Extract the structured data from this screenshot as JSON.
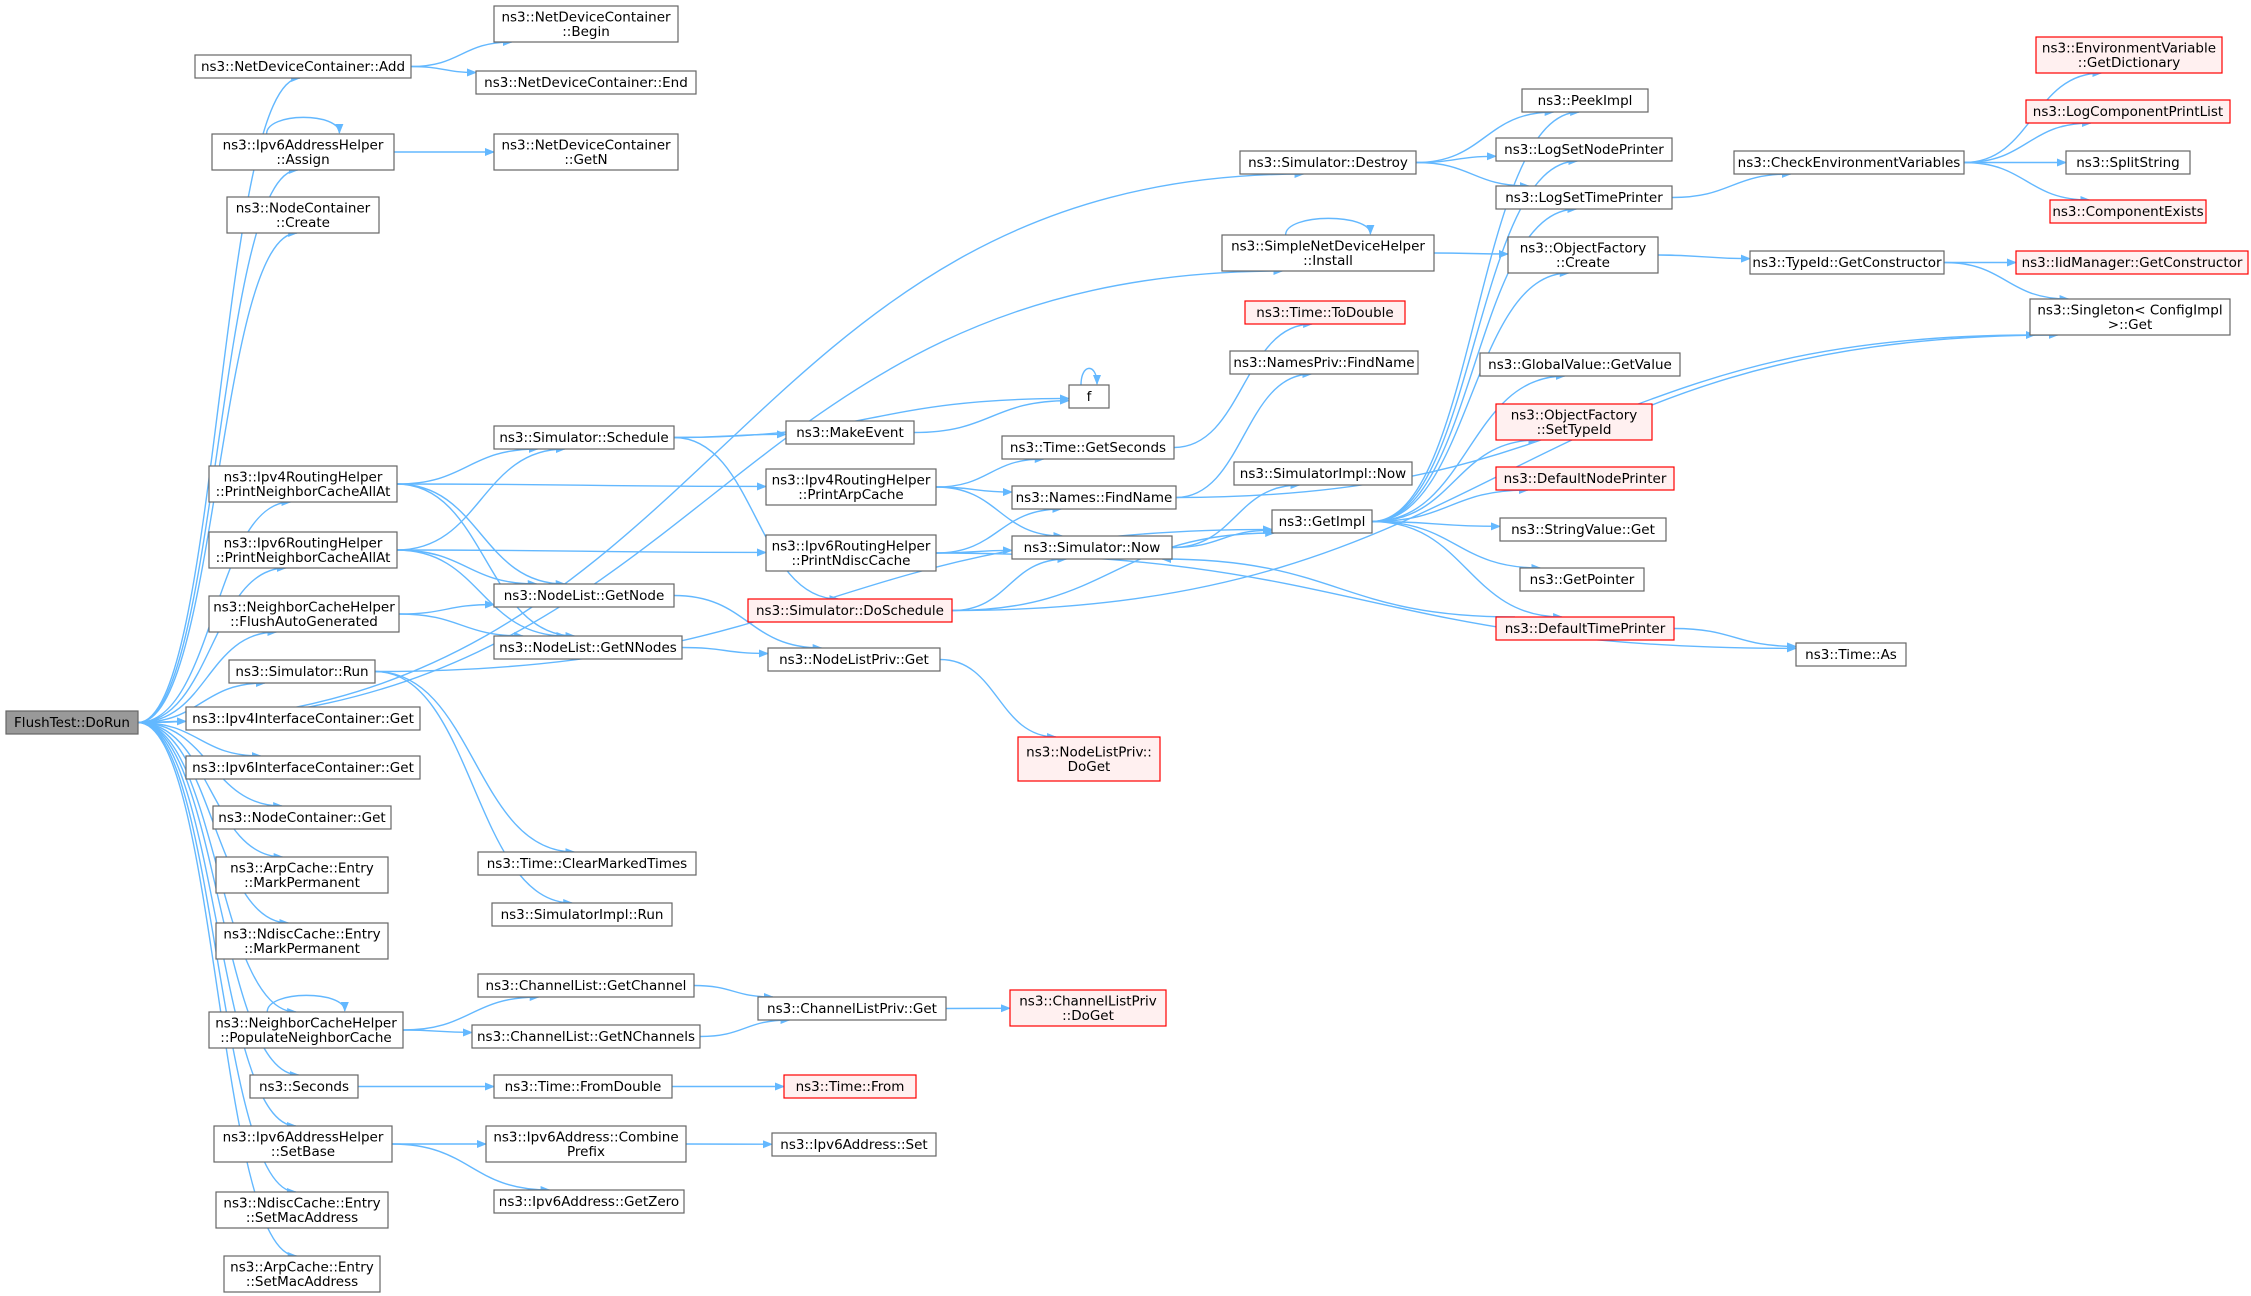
{
  "colors": {
    "edge": "#63b8ff",
    "node_fill": "#ffffff",
    "node_stroke": "#666666",
    "focus_fill": "#999999",
    "truncated_fill": "#fff0f0",
    "truncated_stroke": "#ff0000"
  },
  "nodes": [
    {
      "id": "flush",
      "lines": [
        "FlushTest::DoRun"
      ],
      "style": "focus"
    },
    {
      "id": "ndc_add",
      "lines": [
        "ns3::NetDeviceContainer::Add"
      ]
    },
    {
      "id": "v6ah_assign",
      "lines": [
        "ns3::Ipv6AddressHelper",
        "::Assign"
      ]
    },
    {
      "id": "nc_create",
      "lines": [
        "ns3::NodeContainer",
        "::Create"
      ]
    },
    {
      "id": "v4rh_pnca",
      "lines": [
        "ns3::Ipv4RoutingHelper",
        "::PrintNeighborCacheAllAt"
      ]
    },
    {
      "id": "v6rh_pnca",
      "lines": [
        "ns3::Ipv6RoutingHelper",
        "::PrintNeighborCacheAllAt"
      ]
    },
    {
      "id": "nch_fag",
      "lines": [
        "ns3::NeighborCacheHelper",
        "::FlushAutoGenerated"
      ]
    },
    {
      "id": "sim_run",
      "lines": [
        "ns3::Simulator::Run"
      ]
    },
    {
      "id": "v4ic_get",
      "lines": [
        "ns3::Ipv4InterfaceContainer::Get"
      ]
    },
    {
      "id": "v6ic_get",
      "lines": [
        "ns3::Ipv6InterfaceContainer::Get"
      ]
    },
    {
      "id": "nc_get",
      "lines": [
        "ns3::NodeContainer::Get"
      ]
    },
    {
      "id": "arp_mp",
      "lines": [
        "ns3::ArpCache::Entry",
        "::MarkPermanent"
      ]
    },
    {
      "id": "nd_mp",
      "lines": [
        "ns3::NdiscCache::Entry",
        "::MarkPermanent"
      ]
    },
    {
      "id": "nch_pnc",
      "lines": [
        "ns3::NeighborCacheHelper",
        "::PopulateNeighborCache"
      ]
    },
    {
      "id": "seconds",
      "lines": [
        "ns3::Seconds"
      ]
    },
    {
      "id": "v6ah_setbase",
      "lines": [
        "ns3::Ipv6AddressHelper",
        "::SetBase"
      ]
    },
    {
      "id": "nd_sma",
      "lines": [
        "ns3::NdiscCache::Entry",
        "::SetMacAddress"
      ]
    },
    {
      "id": "arp_sma",
      "lines": [
        "ns3::ArpCache::Entry",
        "::SetMacAddress"
      ]
    },
    {
      "id": "ndc_begin",
      "lines": [
        "ns3::NetDeviceContainer",
        "::Begin"
      ]
    },
    {
      "id": "ndc_end",
      "lines": [
        "ns3::NetDeviceContainer::End"
      ]
    },
    {
      "id": "ndc_getn",
      "lines": [
        "ns3::NetDeviceContainer",
        "::GetN"
      ]
    },
    {
      "id": "sim_schedule",
      "lines": [
        "ns3::Simulator::Schedule"
      ]
    },
    {
      "id": "nl_getnode",
      "lines": [
        "ns3::NodeList::GetNode"
      ]
    },
    {
      "id": "nl_getnnodes",
      "lines": [
        "ns3::NodeList::GetNNodes"
      ]
    },
    {
      "id": "time_cmt",
      "lines": [
        "ns3::Time::ClearMarkedTimes"
      ]
    },
    {
      "id": "simimpl_run",
      "lines": [
        "ns3::SimulatorImpl::Run"
      ]
    },
    {
      "id": "cl_getchannel",
      "lines": [
        "ns3::ChannelList::GetChannel"
      ]
    },
    {
      "id": "cl_getnchannels",
      "lines": [
        "ns3::ChannelList::GetNChannels"
      ]
    },
    {
      "id": "time_fromdouble",
      "lines": [
        "ns3::Time::FromDouble"
      ]
    },
    {
      "id": "v6a_combine",
      "lines": [
        "ns3::Ipv6Address::Combine",
        "Prefix"
      ]
    },
    {
      "id": "v6a_getzero",
      "lines": [
        "ns3::Ipv6Address::GetZero"
      ]
    },
    {
      "id": "makeevent",
      "lines": [
        "ns3::MakeEvent"
      ]
    },
    {
      "id": "v4rh_pac",
      "lines": [
        "ns3::Ipv4RoutingHelper",
        "::PrintArpCache"
      ]
    },
    {
      "id": "v6rh_pnc",
      "lines": [
        "ns3::Ipv6RoutingHelper",
        "::PrintNdiscCache"
      ]
    },
    {
      "id": "sim_doschedule",
      "lines": [
        "ns3::Simulator::DoSchedule"
      ],
      "style": "truncated"
    },
    {
      "id": "nlp_get",
      "lines": [
        "ns3::NodeListPriv::Get"
      ]
    },
    {
      "id": "nlp_doget",
      "lines": [
        "ns3::NodeListPriv::",
        "DoGet"
      ],
      "style": "truncated"
    },
    {
      "id": "clp_get",
      "lines": [
        "ns3::ChannelListPriv::Get"
      ]
    },
    {
      "id": "clp_doget",
      "lines": [
        "ns3::ChannelListPriv",
        "::DoGet"
      ],
      "style": "truncated"
    },
    {
      "id": "time_from",
      "lines": [
        "ns3::Time::From"
      ],
      "style": "truncated"
    },
    {
      "id": "v6a_set",
      "lines": [
        "ns3::Ipv6Address::Set"
      ]
    },
    {
      "id": "f",
      "lines": [
        "f"
      ]
    },
    {
      "id": "time_getseconds",
      "lines": [
        "ns3::Time::GetSeconds"
      ]
    },
    {
      "id": "names_findname",
      "lines": [
        "ns3::Names::FindName"
      ]
    },
    {
      "id": "sim_now",
      "lines": [
        "ns3::Simulator::Now"
      ]
    },
    {
      "id": "sim_destroy",
      "lines": [
        "ns3::Simulator::Destroy"
      ]
    },
    {
      "id": "sndh_install",
      "lines": [
        "ns3::SimpleNetDeviceHelper",
        "::Install"
      ]
    },
    {
      "id": "time_todouble",
      "lines": [
        "ns3::Time::ToDouble"
      ],
      "style": "truncated"
    },
    {
      "id": "namespriv_findname",
      "lines": [
        "ns3::NamesPriv::FindName"
      ]
    },
    {
      "id": "simimpl_now",
      "lines": [
        "ns3::SimulatorImpl::Now"
      ]
    },
    {
      "id": "getimpl",
      "lines": [
        "ns3::GetImpl"
      ]
    },
    {
      "id": "peekimpl",
      "lines": [
        "ns3::PeekImpl"
      ]
    },
    {
      "id": "logsetnodeprinter",
      "lines": [
        "ns3::LogSetNodePrinter"
      ]
    },
    {
      "id": "logsettimeprinter",
      "lines": [
        "ns3::LogSetTimePrinter"
      ]
    },
    {
      "id": "of_create",
      "lines": [
        "ns3::ObjectFactory",
        "::Create"
      ]
    },
    {
      "id": "gv_getvalue",
      "lines": [
        "ns3::GlobalValue::GetValue"
      ]
    },
    {
      "id": "of_settypeid",
      "lines": [
        "ns3::ObjectFactory",
        "::SetTypeId"
      ],
      "style": "truncated"
    },
    {
      "id": "defaultnodeprinter",
      "lines": [
        "ns3::DefaultNodePrinter"
      ],
      "style": "truncated"
    },
    {
      "id": "sv_get",
      "lines": [
        "ns3::StringValue::Get"
      ]
    },
    {
      "id": "getpointer",
      "lines": [
        "ns3::GetPointer"
      ]
    },
    {
      "id": "defaulttimeprinter",
      "lines": [
        "ns3::DefaultTimePrinter"
      ],
      "style": "truncated"
    },
    {
      "id": "checkenv",
      "lines": [
        "ns3::CheckEnvironmentVariables"
      ]
    },
    {
      "id": "typeid_getconstructor",
      "lines": [
        "ns3::TypeId::GetConstructor"
      ]
    },
    {
      "id": "time_as",
      "lines": [
        "ns3::Time::As"
      ]
    },
    {
      "id": "env_getdict",
      "lines": [
        "ns3::EnvironmentVariable",
        "::GetDictionary"
      ],
      "style": "truncated"
    },
    {
      "id": "logcompprintlist",
      "lines": [
        "ns3::LogComponentPrintList"
      ],
      "style": "truncated"
    },
    {
      "id": "splitstring",
      "lines": [
        "ns3::SplitString"
      ]
    },
    {
      "id": "componentexists",
      "lines": [
        "ns3::ComponentExists"
      ],
      "style": "truncated"
    },
    {
      "id": "iidmanager_getconstructor",
      "lines": [
        "ns3::IidManager::GetConstructor"
      ],
      "style": "truncated"
    },
    {
      "id": "singleton_get",
      "lines": [
        "ns3::Singleton< ConfigImpl",
        " >::Get"
      ]
    }
  ],
  "edges": [
    [
      "flush",
      "ndc_add"
    ],
    [
      "flush",
      "v6ah_assign"
    ],
    [
      "flush",
      "nc_create"
    ],
    [
      "flush",
      "sim_destroy"
    ],
    [
      "flush",
      "sndh_install"
    ],
    [
      "flush",
      "v4rh_pnca"
    ],
    [
      "flush",
      "v6rh_pnca"
    ],
    [
      "flush",
      "nch_fag"
    ],
    [
      "flush",
      "sim_run"
    ],
    [
      "flush",
      "v4ic_get"
    ],
    [
      "flush",
      "v6ic_get"
    ],
    [
      "flush",
      "nc_get"
    ],
    [
      "flush",
      "arp_mp"
    ],
    [
      "flush",
      "nd_mp"
    ],
    [
      "flush",
      "nch_pnc"
    ],
    [
      "flush",
      "seconds"
    ],
    [
      "flush",
      "v6ah_setbase"
    ],
    [
      "flush",
      "nd_sma"
    ],
    [
      "flush",
      "arp_sma"
    ],
    [
      "ndc_add",
      "ndc_begin"
    ],
    [
      "ndc_add",
      "ndc_end"
    ],
    [
      "v6ah_assign",
      "ndc_getn"
    ],
    [
      "v6ah_assign",
      "v6ah_assign"
    ],
    [
      "v4rh_pnca",
      "sim_schedule"
    ],
    [
      "v4rh_pnca",
      "v4rh_pac"
    ],
    [
      "v4rh_pnca",
      "nl_getnode"
    ],
    [
      "v4rh_pnca",
      "nl_getnnodes"
    ],
    [
      "v6rh_pnca",
      "sim_schedule"
    ],
    [
      "v6rh_pnca",
      "v6rh_pnc"
    ],
    [
      "v6rh_pnca",
      "nl_getnode"
    ],
    [
      "v6rh_pnca",
      "nl_getnnodes"
    ],
    [
      "nch_fag",
      "nl_getnode"
    ],
    [
      "nch_fag",
      "nl_getnnodes"
    ],
    [
      "sim_run",
      "getimpl"
    ],
    [
      "sim_run",
      "time_cmt"
    ],
    [
      "sim_run",
      "simimpl_run"
    ],
    [
      "nch_pnc",
      "cl_getchannel"
    ],
    [
      "nch_pnc",
      "cl_getnchannels"
    ],
    [
      "nch_pnc",
      "nch_pnc"
    ],
    [
      "seconds",
      "time_fromdouble"
    ],
    [
      "v6ah_setbase",
      "v6a_combine"
    ],
    [
      "v6ah_setbase",
      "v6a_getzero"
    ],
    [
      "sim_schedule",
      "f"
    ],
    [
      "sim_schedule",
      "makeevent"
    ],
    [
      "sim_schedule",
      "sim_doschedule"
    ],
    [
      "nl_getnode",
      "nlp_get"
    ],
    [
      "nl_getnnodes",
      "nlp_get"
    ],
    [
      "nlp_get",
      "nlp_doget"
    ],
    [
      "cl_getchannel",
      "clp_get"
    ],
    [
      "cl_getnchannels",
      "clp_get"
    ],
    [
      "clp_get",
      "clp_doget"
    ],
    [
      "time_fromdouble",
      "time_from"
    ],
    [
      "v6a_combine",
      "v6a_set"
    ],
    [
      "makeevent",
      "f"
    ],
    [
      "f",
      "f"
    ],
    [
      "v4rh_pac",
      "time_getseconds"
    ],
    [
      "v4rh_pac",
      "names_findname"
    ],
    [
      "v4rh_pac",
      "sim_now"
    ],
    [
      "v6rh_pnc",
      "names_findname"
    ],
    [
      "v6rh_pnc",
      "sim_now"
    ],
    [
      "v6rh_pnc",
      "time_as"
    ],
    [
      "sim_doschedule",
      "sim_now"
    ],
    [
      "sim_doschedule",
      "getimpl"
    ],
    [
      "sim_doschedule",
      "singleton_get"
    ],
    [
      "time_getseconds",
      "time_todouble"
    ],
    [
      "names_findname",
      "namespriv_findname"
    ],
    [
      "names_findname",
      "singleton_get"
    ],
    [
      "sim_now",
      "simimpl_now"
    ],
    [
      "sim_now",
      "getimpl"
    ],
    [
      "sim_destroy",
      "peekimpl"
    ],
    [
      "sim_destroy",
      "logsetnodeprinter"
    ],
    [
      "sim_destroy",
      "logsettimeprinter"
    ],
    [
      "sndh_install",
      "of_create"
    ],
    [
      "sndh_install",
      "sndh_install"
    ],
    [
      "getimpl",
      "peekimpl"
    ],
    [
      "getimpl",
      "logsetnodeprinter"
    ],
    [
      "getimpl",
      "logsettimeprinter"
    ],
    [
      "getimpl",
      "of_create"
    ],
    [
      "getimpl",
      "gv_getvalue"
    ],
    [
      "getimpl",
      "of_settypeid"
    ],
    [
      "getimpl",
      "defaultnodeprinter"
    ],
    [
      "getimpl",
      "sv_get"
    ],
    [
      "getimpl",
      "getpointer"
    ],
    [
      "getimpl",
      "defaulttimeprinter"
    ],
    [
      "defaulttimeprinter",
      "sim_now"
    ],
    [
      "defaulttimeprinter",
      "time_as"
    ],
    [
      "logsettimeprinter",
      "checkenv"
    ],
    [
      "of_create",
      "typeid_getconstructor"
    ],
    [
      "checkenv",
      "env_getdict"
    ],
    [
      "checkenv",
      "logcompprintlist"
    ],
    [
      "checkenv",
      "splitstring"
    ],
    [
      "checkenv",
      "componentexists"
    ],
    [
      "typeid_getconstructor",
      "iidmanager_getconstructor"
    ],
    [
      "typeid_getconstructor",
      "singleton_get"
    ]
  ]
}
